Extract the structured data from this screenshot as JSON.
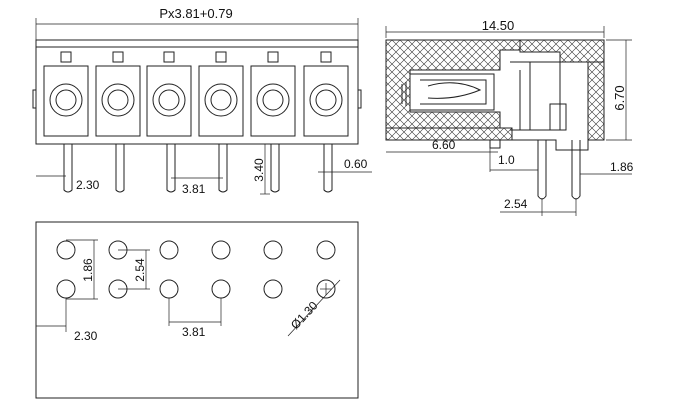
{
  "front_view": {
    "pitch_formula": "Px3.81+0.79",
    "dims": {
      "edge_offset": "2.30",
      "pitch": "3.81",
      "pin_length": "3.40",
      "pin_width": "0.60"
    }
  },
  "side_view": {
    "dims": {
      "total_length": "14.50",
      "height": "6.70",
      "body_depth": "6.60",
      "offset": "1.0",
      "row_spacing": "2.54",
      "pin_offset": "1.86"
    }
  },
  "pcb_layout": {
    "dims": {
      "edge_offset": "2.30",
      "row_spacing_left": "1.86",
      "row_spacing_inner": "2.54",
      "pitch": "3.81",
      "hole_diameter": "Ø1.30"
    }
  }
}
